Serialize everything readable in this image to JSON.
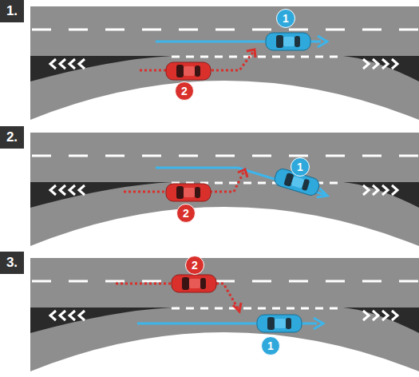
{
  "diagram": {
    "labels": [
      "1.",
      "1",
      "2",
      "2.",
      "1",
      "2",
      "3.",
      "2",
      "1"
    ]
  }
}
